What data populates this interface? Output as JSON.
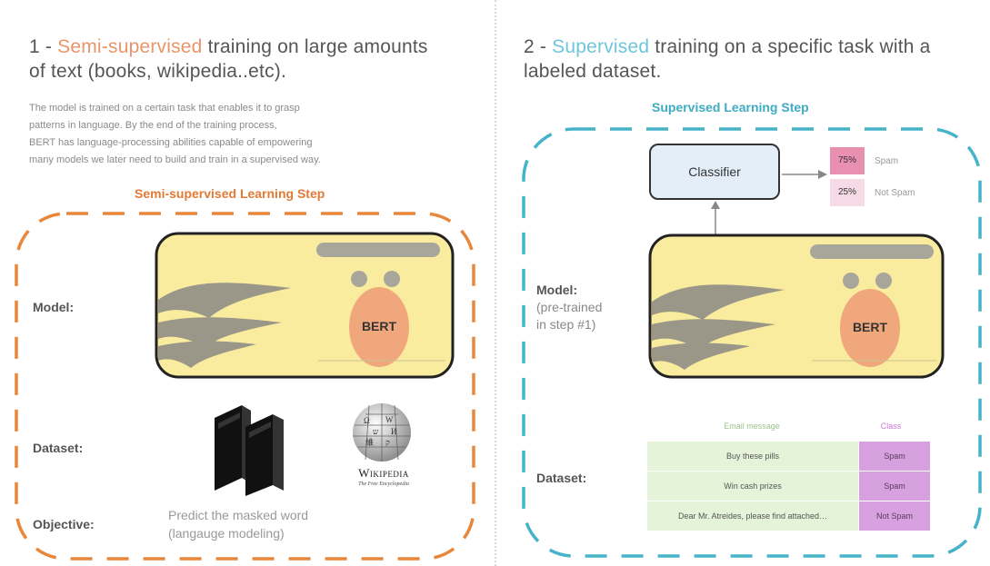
{
  "left": {
    "title_prefix": "1 - ",
    "title_highlight": "Semi-supervised",
    "title_rest_line1": " training on large amounts",
    "title_line2": "of text (books, wikipedia..etc).",
    "description": [
      "The model is trained on a certain task that enables it to grasp",
      "patterns in language. By the end of the training process,",
      "BERT has language-processing abilities capable of empowering",
      "many models we later need to build and train in a supervised way."
    ],
    "step_title": "Semi-supervised Learning Step",
    "model_label": "Model:",
    "model_name": "BERT",
    "dataset_label": "Dataset:",
    "wiki_word": "Wikipedia",
    "wiki_tagline": "The Free Encyclopedia",
    "objective_label": "Objective:",
    "objective_line1": "Predict the masked word",
    "objective_line2": "(langauge modeling)"
  },
  "right": {
    "title_prefix": "2 - ",
    "title_highlight": "Supervised",
    "title_rest_line1": " training on a specific task with a",
    "title_line2": "labeled dataset.",
    "step_title": "Supervised Learning Step",
    "classifier_label": "Classifier",
    "outputs": [
      {
        "percent": "75%",
        "label": "Spam",
        "color": "#e98fb0"
      },
      {
        "percent": "25%",
        "label": "Not Spam",
        "color": "#f6dbe6"
      }
    ],
    "model_label": "Model:",
    "model_sub": [
      "(pre-trained",
      "in step #1)"
    ],
    "model_name": "BERT",
    "dataset_label": "Dataset:",
    "table": {
      "headers": [
        "Email message",
        "Class"
      ],
      "rows": [
        [
          "Buy these pills",
          "Spam"
        ],
        [
          "Win cash prizes",
          "Spam"
        ],
        [
          "Dear Mr. Atreides, please find attached…",
          "Not Spam"
        ]
      ]
    }
  },
  "colors": {
    "orange_accent": "#e8863a",
    "blue_accent": "#45b3c8",
    "bert_face": "#f9ec9f",
    "bert_nose": "#f0a77b",
    "classifier_fill": "#e4eef8"
  }
}
